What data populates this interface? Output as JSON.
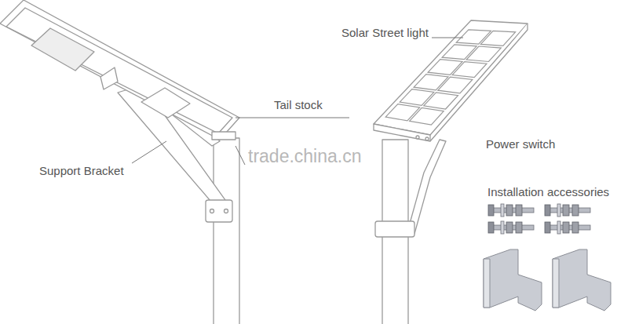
{
  "diagram": {
    "labels": [
      "Solar Street light",
      "Tail stock",
      "Support Bracket",
      "trade.china.cn",
      "Power switch",
      "Installation accessories"
    ]
  }
}
